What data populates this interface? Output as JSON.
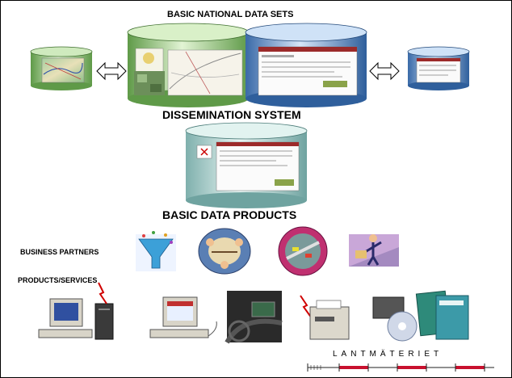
{
  "labels": {
    "national_sets": "BASIC NATIONAL DATA SETS",
    "dissemination": "DISSEMINATION SYSTEM",
    "data_products": "BASIC DATA PRODUCTS",
    "business_partners": "BUSINESS PARTNERS",
    "products_services": "PRODUCTS/SERVICES",
    "logo": "LANTMÄTERIET"
  },
  "colors": {
    "cyl_green_light": "#d6f0c6",
    "cyl_green_dark": "#4e8a3a",
    "cyl_blue_light": "#c9def5",
    "cyl_blue_dark": "#2f5f9c",
    "cyl_teal_light": "#dcefec",
    "cyl_teal_dark": "#6fa3a0",
    "logo_red": "#c8102e"
  },
  "icons": {
    "arrow_left": "double-arrow-icon",
    "arrow_right": "double-arrow-icon",
    "partner_1": "funnel-clipart-icon",
    "partner_2": "people-circle-clipart-icon",
    "partner_3": "traffic-map-clipart-icon",
    "partner_4": "traveler-map-clipart-icon",
    "product_1": "desktop-computer-icon",
    "product_2": "web-computer-icon",
    "product_3": "car-navigation-icon",
    "product_4": "fax-machine-icon",
    "product_5": "cd-and-books-icon"
  }
}
